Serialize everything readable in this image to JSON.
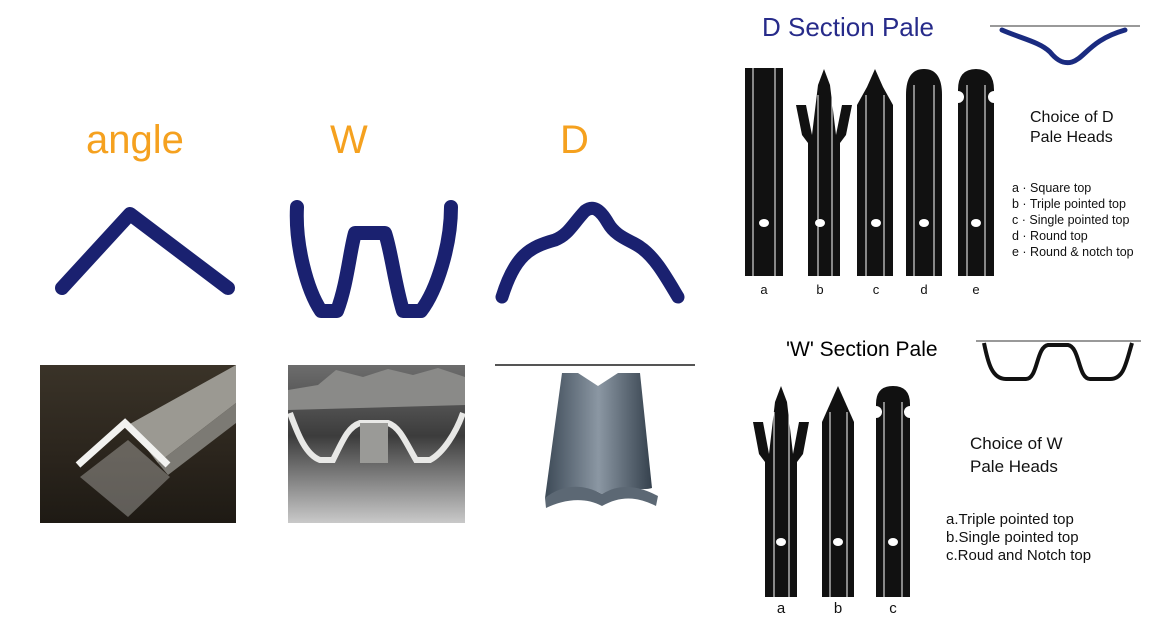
{
  "profiles": {
    "angle": "angle",
    "w": "W",
    "d": "D"
  },
  "d_section": {
    "title": "D Section Pale",
    "choice_line1": "Choice of D",
    "choice_line2": "Pale Heads",
    "letters": [
      "a",
      "b",
      "c",
      "d",
      "e"
    ],
    "options": [
      "a · Square top",
      "b · Triple pointed top",
      "c · Single pointed top",
      "d · Round top",
      "e · Round & notch top"
    ]
  },
  "w_section": {
    "title": "'W' Section Pale",
    "choice_line1": "Choice of W",
    "choice_line2": "Pale Heads",
    "letters": [
      "a",
      "b",
      "c"
    ],
    "options": [
      "a.Triple pointed top",
      "b.Single pointed top",
      "c.Roud and Notch top"
    ]
  },
  "colors": {
    "label_orange": "#f5a11f",
    "profile_navy": "#1a2170",
    "d_title_blue": "#272b8a"
  }
}
